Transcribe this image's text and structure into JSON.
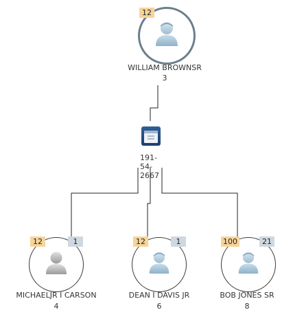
{
  "root": {
    "badge": "12",
    "name": "WILLIAM BROWNSR",
    "count": "3",
    "icon": "person-icon"
  },
  "link": {
    "icon": "id-card-icon",
    "label": "191-54-2667"
  },
  "children": [
    {
      "badge_left": "12",
      "badge_right": "1",
      "name": "MICHAELJR I CARSON",
      "count": "4",
      "icon": "person-gray-icon"
    },
    {
      "badge_left": "12",
      "badge_right": "1",
      "name": "DEAN I DAVIS JR",
      "count": "6",
      "icon": "person-icon"
    },
    {
      "badge_left": "100",
      "badge_right": "21",
      "name": "BOB JONES SR",
      "count": "8",
      "icon": "person-icon"
    }
  ],
  "colors": {
    "badge_amber": "#f6d49a",
    "badge_slate": "#cfd8e0",
    "root_ring": "#6b7f8c",
    "avatar_blue": "#a9c6da"
  }
}
